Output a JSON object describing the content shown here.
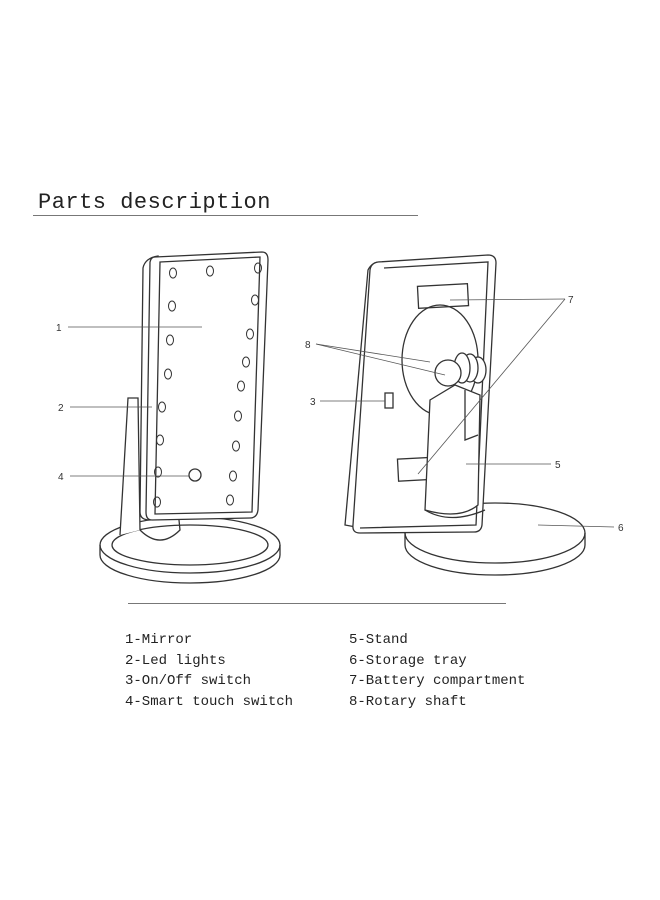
{
  "title": "Parts description",
  "callouts": {
    "c1": "1",
    "c2": "2",
    "c3": "3",
    "c4": "4",
    "c5": "5",
    "c6": "6",
    "c7": "7",
    "c8": "8"
  },
  "legend": {
    "left": [
      "1-Mirror",
      "2-Led lights",
      "3-On/Off switch",
      "4-Smart touch switch"
    ],
    "right": [
      "5-Stand",
      "6-Storage tray",
      "7-Battery compartment",
      "8-Rotary shaft"
    ]
  }
}
